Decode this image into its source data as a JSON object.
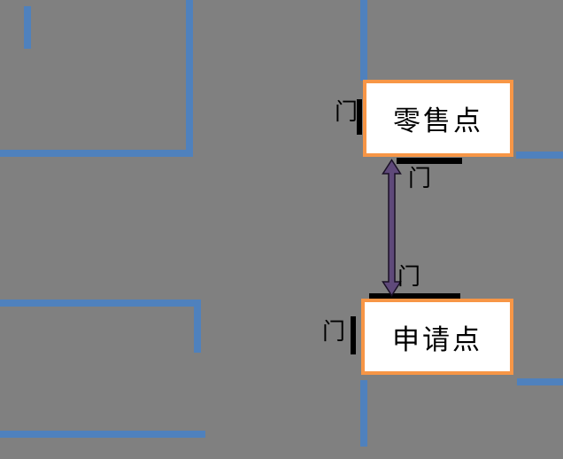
{
  "diagram": {
    "background_color": "#808080",
    "road_color": "#4F81BD",
    "box_border_color": "#F79646",
    "box_fill_color": "#FFFFFF",
    "arrow_color": "#5F497A",
    "door_bar_color": "#000000",
    "boxes": [
      {
        "id": "retail-point",
        "label": "零售点"
      },
      {
        "id": "application-point",
        "label": "申请点"
      }
    ],
    "door_labels": [
      {
        "id": "door-retail-left",
        "label": "门"
      },
      {
        "id": "door-retail-bottom",
        "label": "门"
      },
      {
        "id": "door-apply-top",
        "label": "门"
      },
      {
        "id": "door-apply-left",
        "label": "门"
      }
    ],
    "connector": {
      "type": "double-headed-arrow",
      "from": "retail-point",
      "to": "application-point"
    }
  }
}
